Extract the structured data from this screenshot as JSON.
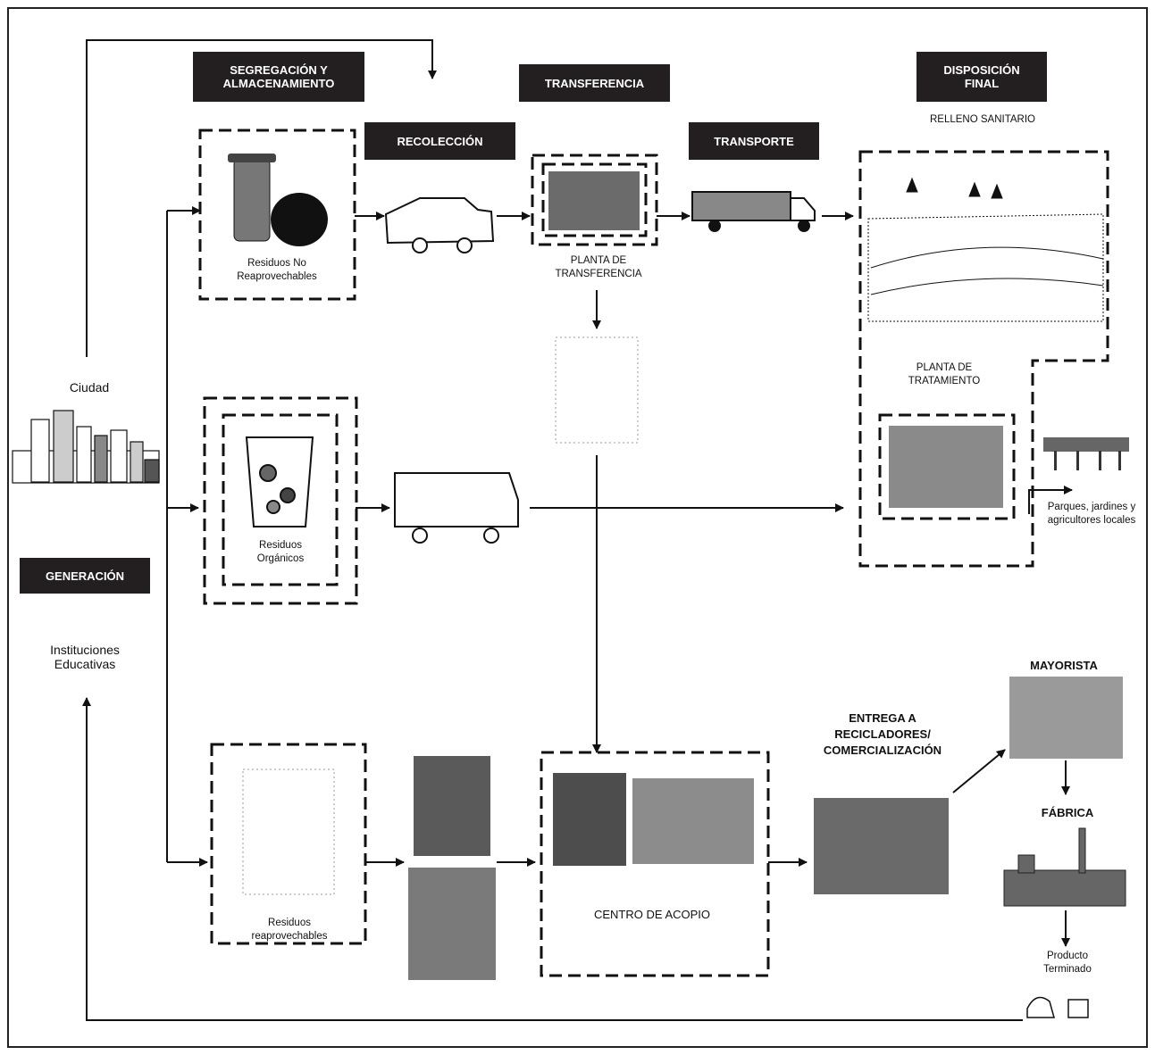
{
  "headers": {
    "segregacion": "SEGREGACIÓN Y ALMACENAMIENTO",
    "transferencia": "TRANSFERENCIA",
    "disposicion": "DISPOSICIÓN FINAL",
    "recoleccion": "RECOLECCIÓN",
    "transporte": "TRANSPORTE",
    "generacion": "GENERACIÓN"
  },
  "labels": {
    "relleno": "RELLENO SANITARIO",
    "ciudad": "Ciudad",
    "instituciones": "Instituciones Educativas",
    "residuos_no": "Residuos No Reaprovechables",
    "planta_transferencia": "PLANTA DE TRANSFERENCIA",
    "planta_tratamiento": "PLANTA DE TRATAMIENTO",
    "residuos_organicos": "Residuos Orgánicos",
    "parques": "Parques, jardines y agricultores locales",
    "residuos_reap": "Residuos reaprovechables",
    "centro_acopio": "CENTRO DE ACOPIO",
    "entrega": "ENTREGA A RECICLADORES/ COMERCIALIZACIÓN",
    "mayorista": "MAYORISTA",
    "fabrica": "FÁBRICA",
    "producto": "Producto Terminado"
  }
}
